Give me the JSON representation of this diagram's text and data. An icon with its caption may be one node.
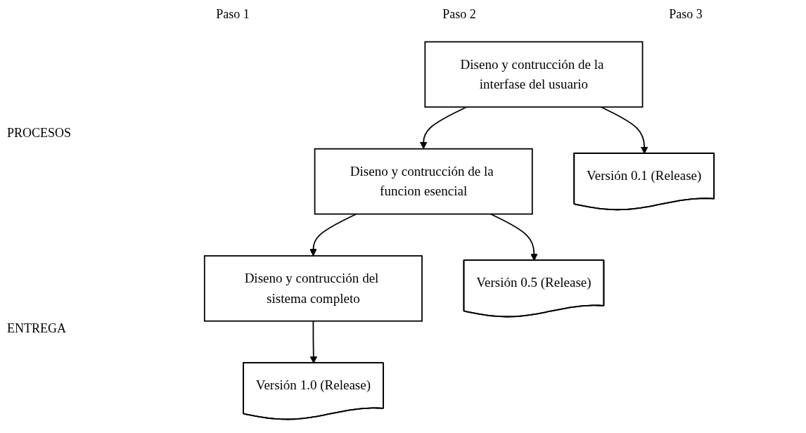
{
  "diagram": {
    "nodes": [
      {
        "text": [
          "Diseno y contrucción de la interfase del usuario"
        ]
      },
      {
        "text": [
          "Diseno y contrucción de la funcion esencial"
        ]
      },
      {
        "text": [
          "Diseno y contrucción del sistema completo"
        ]
      },
      {
        "text": [
          "Versión 0.1 (Release)"
        ]
      },
      {
        "text": [
          "Versión 0.5 (Release)"
        ]
      },
      {
        "text": [
          "Versión 1.0 (Release)"
        ]
      }
    ],
    "edges": [
      {
        "from": 0,
        "to": 1,
        "arrow": "to"
      },
      {
        "from": 1,
        "to": 2,
        "arrow": "to"
      },
      {
        "from": 0,
        "to": 3,
        "arrow": "to"
      },
      {
        "from": 1,
        "to": 4,
        "arrow": "to"
      },
      {
        "from": 2,
        "to": 5,
        "arrow": "to"
      }
    ],
    "labels": [
      "Paso 1",
      "Paso 2",
      "Paso 3",
      "PROCESOS",
      "ENTREGA"
    ]
  }
}
